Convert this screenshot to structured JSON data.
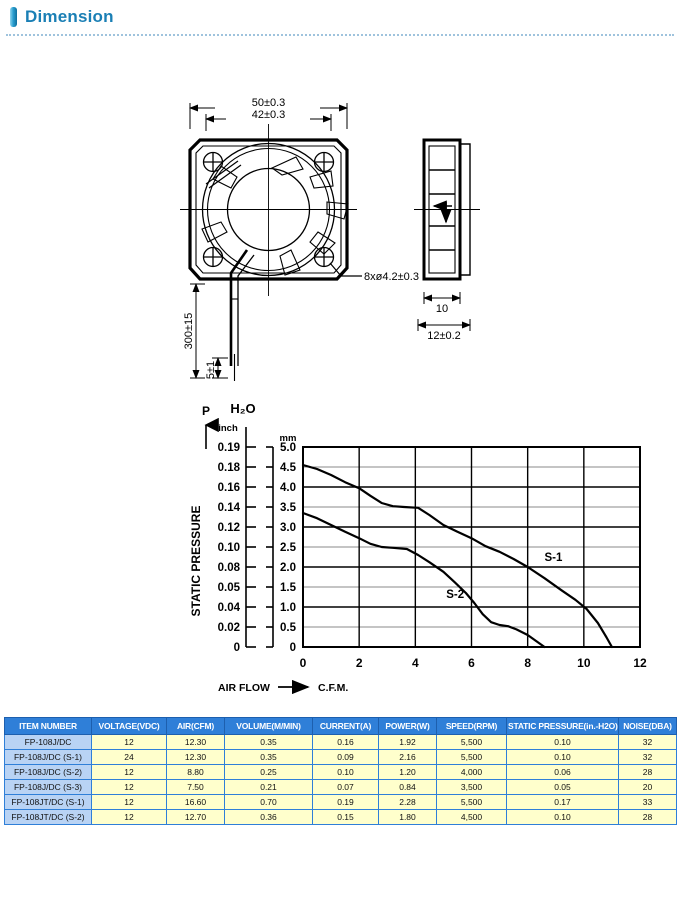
{
  "header": {
    "title": "Dimension",
    "accent_color": "#1a7fb5",
    "rule_color": "#9fc3dd"
  },
  "drawing": {
    "front_view": {
      "dim_outer": "50±0.3",
      "dim_hole_span": "42±0.3",
      "hole_note": "8xø4.2±0.3",
      "lead_length": "300±15",
      "lead_strip": "5±1"
    },
    "side_view": {
      "dim_inner": "10",
      "dim_depth": "12±0.2"
    }
  },
  "chart_data": {
    "type": "line",
    "title": "",
    "xlabel": "AIR FLOW —→ C.F.M.",
    "ylabel": "STATIC PRESSURE",
    "y_axis_symbol": "P",
    "unit_header": "H₂O",
    "y_unit_primary": "inch",
    "y_unit_secondary": "mm",
    "xlim": [
      0,
      12
    ],
    "ylim": [
      0,
      5.0
    ],
    "grid": true,
    "xticks": [
      0,
      2,
      4,
      6,
      8,
      10,
      12
    ],
    "xticklabels": [
      "0",
      "2",
      "4",
      "6",
      "8",
      "10",
      "12"
    ],
    "yticks_mm": [
      0,
      0.5,
      1.0,
      1.5,
      2.0,
      2.5,
      3.0,
      3.5,
      4.0,
      4.5,
      5.0
    ],
    "yticklabels_mm": [
      "0",
      "0.5",
      "1.0",
      "1.5",
      "2.0",
      "2.5",
      "3.0",
      "3.5",
      "4.0",
      "4.5",
      "5.0"
    ],
    "yticklabels_inch": [
      "0",
      "0.02",
      "0.04",
      "0.05",
      "0.08",
      "0.10",
      "0.12",
      "0.14",
      "0.16",
      "0.18",
      "0.19"
    ],
    "legend_position": "inline-annotation",
    "series": [
      {
        "name": "S-1",
        "label_x": 8.6,
        "label_y": 2.15,
        "points": [
          [
            0.0,
            4.55
          ],
          [
            0.5,
            4.45
          ],
          [
            1.0,
            4.3
          ],
          [
            1.5,
            4.12
          ],
          [
            2.0,
            3.97
          ],
          [
            2.4,
            3.78
          ],
          [
            2.8,
            3.6
          ],
          [
            3.2,
            3.52
          ],
          [
            3.6,
            3.5
          ],
          [
            4.1,
            3.48
          ],
          [
            4.5,
            3.3
          ],
          [
            5.0,
            3.05
          ],
          [
            5.5,
            2.88
          ],
          [
            6.0,
            2.72
          ],
          [
            6.5,
            2.52
          ],
          [
            7.0,
            2.38
          ],
          [
            7.5,
            2.2
          ],
          [
            8.0,
            2.0
          ],
          [
            8.6,
            1.72
          ],
          [
            9.2,
            1.42
          ],
          [
            9.7,
            1.18
          ],
          [
            10.1,
            0.95
          ],
          [
            10.5,
            0.6
          ],
          [
            10.8,
            0.25
          ],
          [
            11.0,
            0.0
          ]
        ]
      },
      {
        "name": "S-2",
        "label_x": 5.1,
        "label_y": 1.22,
        "points": [
          [
            0.0,
            3.35
          ],
          [
            0.5,
            3.22
          ],
          [
            1.0,
            3.05
          ],
          [
            1.5,
            2.88
          ],
          [
            2.0,
            2.72
          ],
          [
            2.4,
            2.58
          ],
          [
            2.8,
            2.5
          ],
          [
            3.2,
            2.48
          ],
          [
            3.7,
            2.45
          ],
          [
            4.1,
            2.3
          ],
          [
            4.5,
            2.12
          ],
          [
            5.0,
            1.88
          ],
          [
            5.4,
            1.62
          ],
          [
            5.8,
            1.35
          ],
          [
            6.1,
            1.1
          ],
          [
            6.4,
            0.82
          ],
          [
            6.7,
            0.62
          ],
          [
            7.0,
            0.55
          ],
          [
            7.3,
            0.52
          ],
          [
            7.6,
            0.44
          ],
          [
            8.0,
            0.3
          ],
          [
            8.3,
            0.15
          ],
          [
            8.6,
            0.0
          ]
        ]
      }
    ]
  },
  "spec_table": {
    "columns": [
      "ITEM NUMBER",
      "VOLTAGE(VDC)",
      "AIR(CFM)",
      "VOLUME(M/MIN)",
      "CURRENT(A)",
      "POWER(W)",
      "SPEED(RPM)",
      "STATIC PRESSURE(in.-H2O)",
      "NOISE(DBA)"
    ],
    "rows": [
      [
        "FP-108J/DC",
        "12",
        "12.30",
        "0.35",
        "0.16",
        "1.92",
        "5,500",
        "0.10",
        "32"
      ],
      [
        "FP-108J/DC (S-1)",
        "24",
        "12.30",
        "0.35",
        "0.09",
        "2.16",
        "5,500",
        "0.10",
        "32"
      ],
      [
        "FP-108J/DC (S-2)",
        "12",
        "8.80",
        "0.25",
        "0.10",
        "1.20",
        "4,000",
        "0.06",
        "28"
      ],
      [
        "FP-108J/DC (S-3)",
        "12",
        "7.50",
        "0.21",
        "0.07",
        "0.84",
        "3,500",
        "0.05",
        "20"
      ],
      [
        "FP-108JT/DC (S-1)",
        "12",
        "16.60",
        "0.70",
        "0.19",
        "2.28",
        "5,500",
        "0.17",
        "33"
      ],
      [
        "FP-108JT/DC (S-2)",
        "12",
        "12.70",
        "0.36",
        "0.15",
        "1.80",
        "4,500",
        "0.10",
        "28"
      ]
    ]
  }
}
